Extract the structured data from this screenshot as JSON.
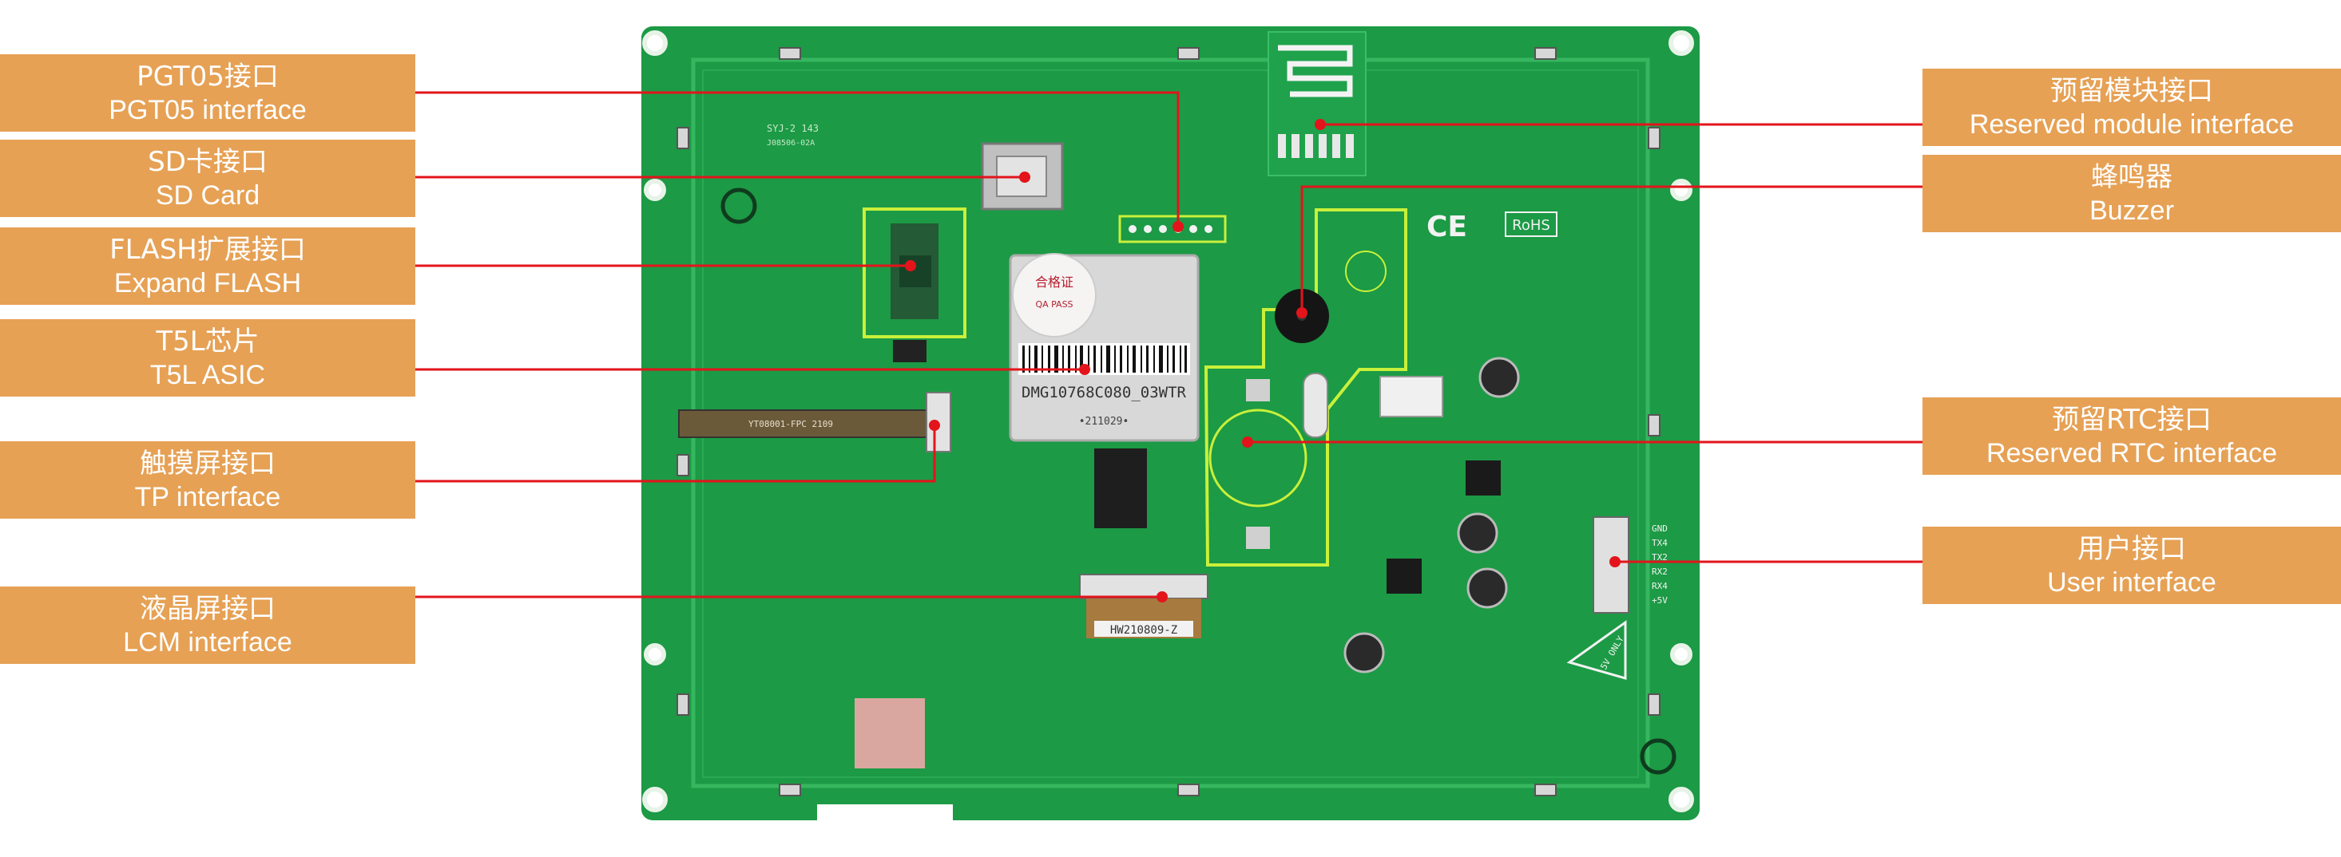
{
  "callouts_left": [
    {
      "id": "pgt05",
      "zh": "PGT05接口",
      "en": "PGT05 interface"
    },
    {
      "id": "sd",
      "zh": "SD卡接口",
      "en": "SD Card"
    },
    {
      "id": "flash",
      "zh": "FLASH扩展接口",
      "en": "Expand FLASH"
    },
    {
      "id": "t5l",
      "zh": "T5L芯片",
      "en": "T5L ASIC"
    },
    {
      "id": "tp",
      "zh": "触摸屏接口",
      "en": "TP interface"
    },
    {
      "id": "lcm",
      "zh": "液晶屏接口",
      "en": "LCM interface"
    }
  ],
  "callouts_right": [
    {
      "id": "module",
      "zh": "预留模块接口",
      "en": "Reserved module interface"
    },
    {
      "id": "buzzer",
      "zh": "蜂鸣器",
      "en": "Buzzer"
    },
    {
      "id": "rtc",
      "zh": "预留RTC接口",
      "en": "Reserved RTC interface"
    },
    {
      "id": "user",
      "zh": "用户接口",
      "en": "User interface"
    }
  ],
  "board_marks": {
    "module_label": "DMG10768C080_03WTR",
    "date_code": "•211029•",
    "qc_label": "合格证",
    "qc_pass": "QA PASS",
    "fpc_label": "YT08001-FPC 2109",
    "lcm_label": "HW210809-Z",
    "cert": "CE",
    "rohs": "RoHS",
    "warning": "5V ONLY",
    "pcb_code": "SYJ-2 143",
    "pcb_sub": "J08506-02A",
    "user_pins": [
      "GND",
      "TX4",
      "TX2",
      "RX2",
      "RX4",
      "+5V"
    ]
  },
  "colors": {
    "label_bg": "#e6a155",
    "leader": "#e3141b",
    "pcb": "#1c9a45",
    "highlight": "#c9f03a"
  }
}
